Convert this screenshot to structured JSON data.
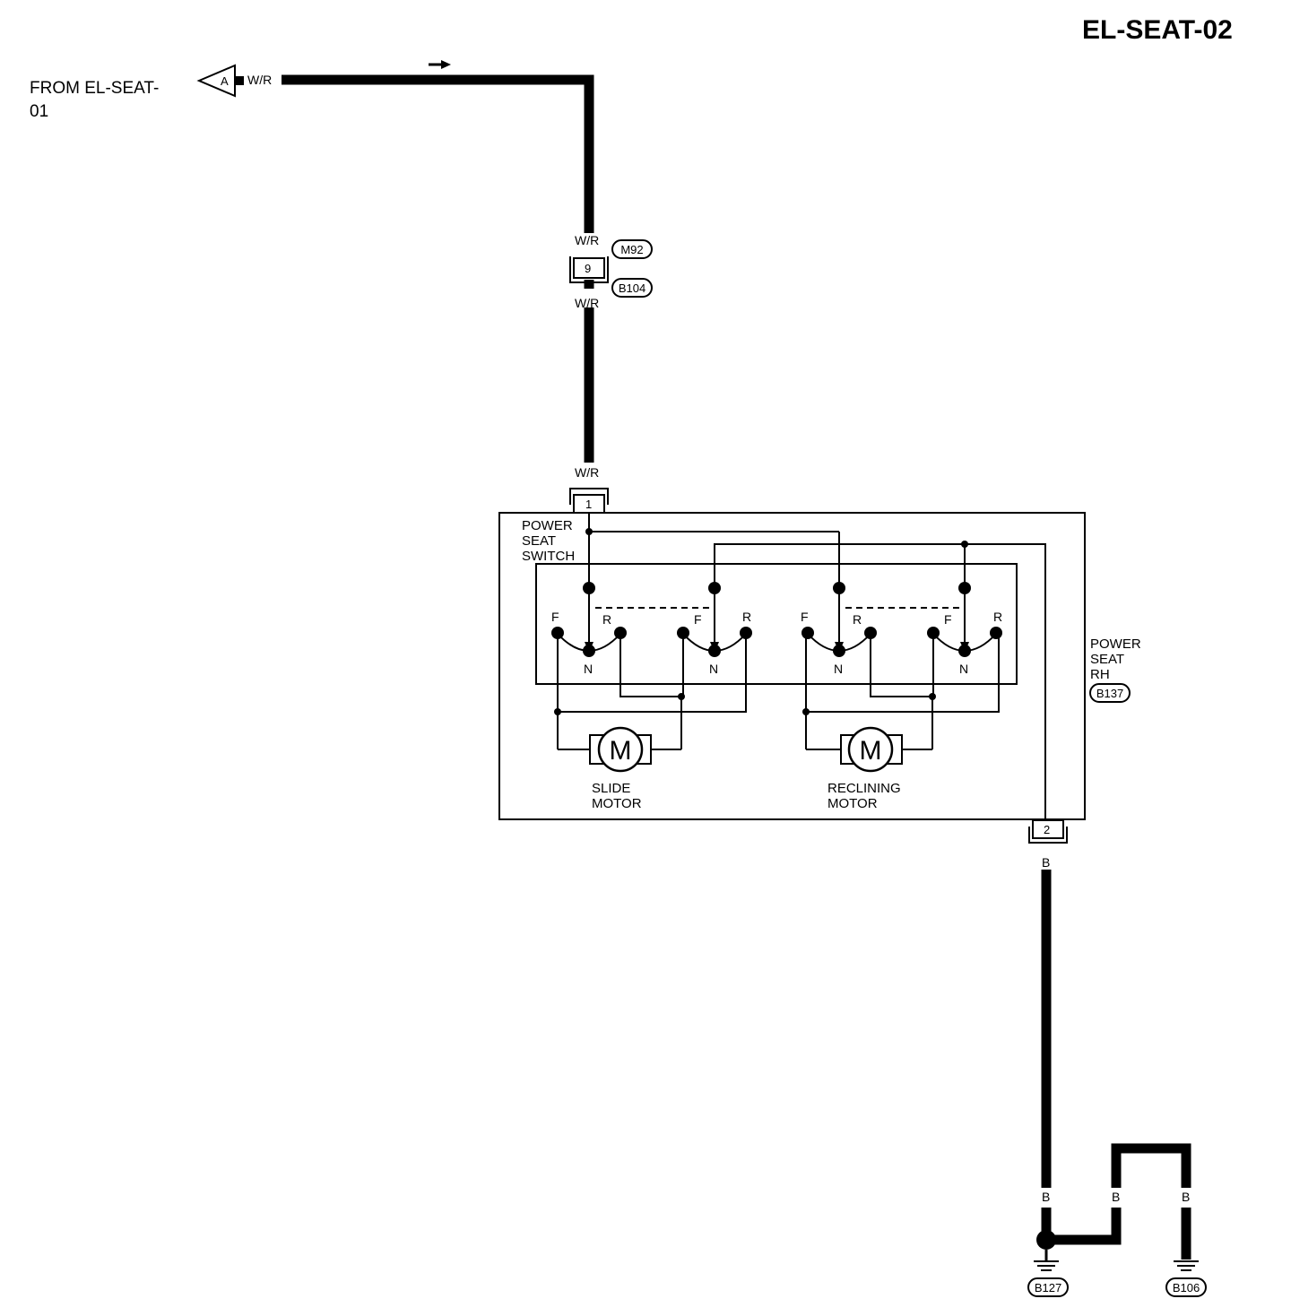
{
  "diagram_id": "EL-SEAT-02",
  "from_label": [
    "FROM EL-SEAT-",
    "01"
  ],
  "connector_a": "A",
  "wire_colors": {
    "main": "W/R",
    "ground": "B"
  },
  "connectors": {
    "m92": "M92",
    "b104": "B104",
    "b137": "B137",
    "b127": "B127",
    "b106": "B106"
  },
  "pins": {
    "joint": "9",
    "power_in": "1",
    "ground_out": "2"
  },
  "switch_label": [
    "POWER",
    "SEAT",
    "SWITCH"
  ],
  "unit_label": [
    "POWER",
    "SEAT",
    "RH"
  ],
  "switch_positions": {
    "forward": "F",
    "rear": "R",
    "neutral": "N"
  },
  "motors": {
    "symbol": "M",
    "slide": [
      "SLIDE",
      "MOTOR"
    ],
    "reclining": [
      "RECLINING",
      "MOTOR"
    ]
  }
}
